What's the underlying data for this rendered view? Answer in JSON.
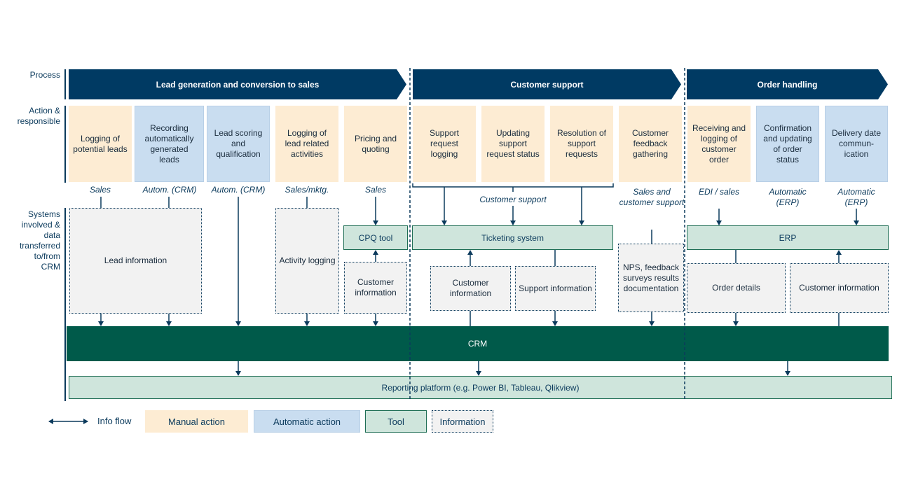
{
  "row_labels": {
    "process": "Process",
    "action": "Action & responsible",
    "systems": "Systems involved & data transferred to/from CRM"
  },
  "phases": [
    {
      "label": "Lead generation and conversion to sales"
    },
    {
      "label": "Customer support"
    },
    {
      "label": "Order handling"
    }
  ],
  "actions": [
    {
      "label": "Logging of potential leads",
      "type": "manual",
      "responsible": "Sales"
    },
    {
      "label": "Recording automatically generated leads",
      "type": "automatic",
      "responsible": "Autom. (CRM)"
    },
    {
      "label": "Lead scoring and qualification",
      "type": "automatic",
      "responsible": "Autom. (CRM)"
    },
    {
      "label": "Logging of lead related activities",
      "type": "manual",
      "responsible": "Sales/mktg."
    },
    {
      "label": "Pricing and quoting",
      "type": "manual",
      "responsible": "Sales"
    },
    {
      "label": "Support request logging",
      "type": "manual",
      "responsible": ""
    },
    {
      "label": "Updating support request status",
      "type": "manual",
      "responsible": ""
    },
    {
      "label": "Resolution of support requests",
      "type": "manual",
      "responsible": ""
    },
    {
      "label": "Customer feedback gathering",
      "type": "manual",
      "responsible": "Sales and customer support"
    },
    {
      "label": "Receiving and logging of customer order",
      "type": "manual",
      "responsible": "EDI / sales"
    },
    {
      "label": "Confirmation and updating of order status",
      "type": "automatic",
      "responsible": "Automatic (ERP)"
    },
    {
      "label": "Delivery date commun-ication",
      "type": "automatic",
      "responsible": "Automatic (ERP)"
    }
  ],
  "support_group_responsible": "Customer support",
  "tools": {
    "cpq": "CPQ tool",
    "ticketing": "Ticketing system",
    "erp": "ERP",
    "crm": "CRM",
    "reporting": "Reporting platform (e.g. Power BI, Tableau,  Qlikview)"
  },
  "information": {
    "lead_info": "Lead information",
    "activity_logging": "Activity logging",
    "customer_info_cpq": "Customer information",
    "customer_info_ticket": "Customer information",
    "support_info": "Support information",
    "nps": "NPS, feedback surveys results documentation",
    "order_details": "Order details",
    "customer_info_erp": "Customer information"
  },
  "legend": {
    "info_flow": "Info flow",
    "manual": "Manual action",
    "automatic": "Automatic action",
    "tool": "Tool",
    "information": "Information"
  },
  "colors": {
    "navy": "#003a63",
    "crm_green": "#005a4a",
    "manual": "#fdecd3",
    "automatic": "#c9ddf0",
    "tool": "#cfe5dc"
  }
}
